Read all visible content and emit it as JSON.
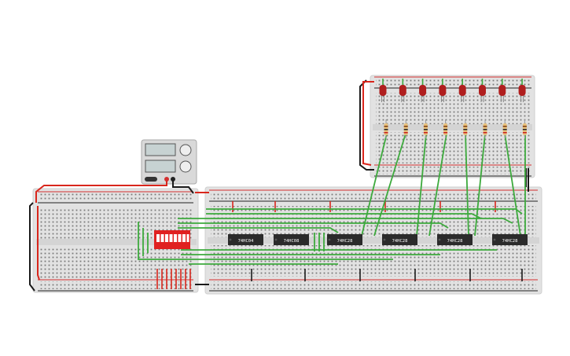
{
  "canvas": {
    "background": "#ffffff"
  },
  "colors": {
    "board": "#e2e2e2",
    "board_edge": "#cfcfcf",
    "hole": "#6f6f6f",
    "rail_red": "#d32f2f",
    "rail_black": "#222222",
    "wire_green": "#3daa3d",
    "wire_red": "#d9261c",
    "wire_black": "#1a1a1a",
    "chip": "#2b2b2b",
    "led": "#b01e1e",
    "dip_switch": "#e02020",
    "resistor_body": "#e8c07a",
    "psu_body": "#d9d9d9"
  },
  "power_supply": {
    "name": "DC power supply",
    "displays": 2,
    "knobs": 2
  },
  "dip_switch": {
    "name": "DIP switch",
    "switches": 8
  },
  "leds": {
    "count": 8,
    "color": "red"
  },
  "resistors": {
    "count": 8
  },
  "chips": [
    {
      "label": "74HC04"
    },
    {
      "label": "74HC08"
    },
    {
      "label": "74HC28"
    },
    {
      "label": "74HC28"
    },
    {
      "label": "74HC28"
    },
    {
      "label": "74HC28"
    }
  ]
}
